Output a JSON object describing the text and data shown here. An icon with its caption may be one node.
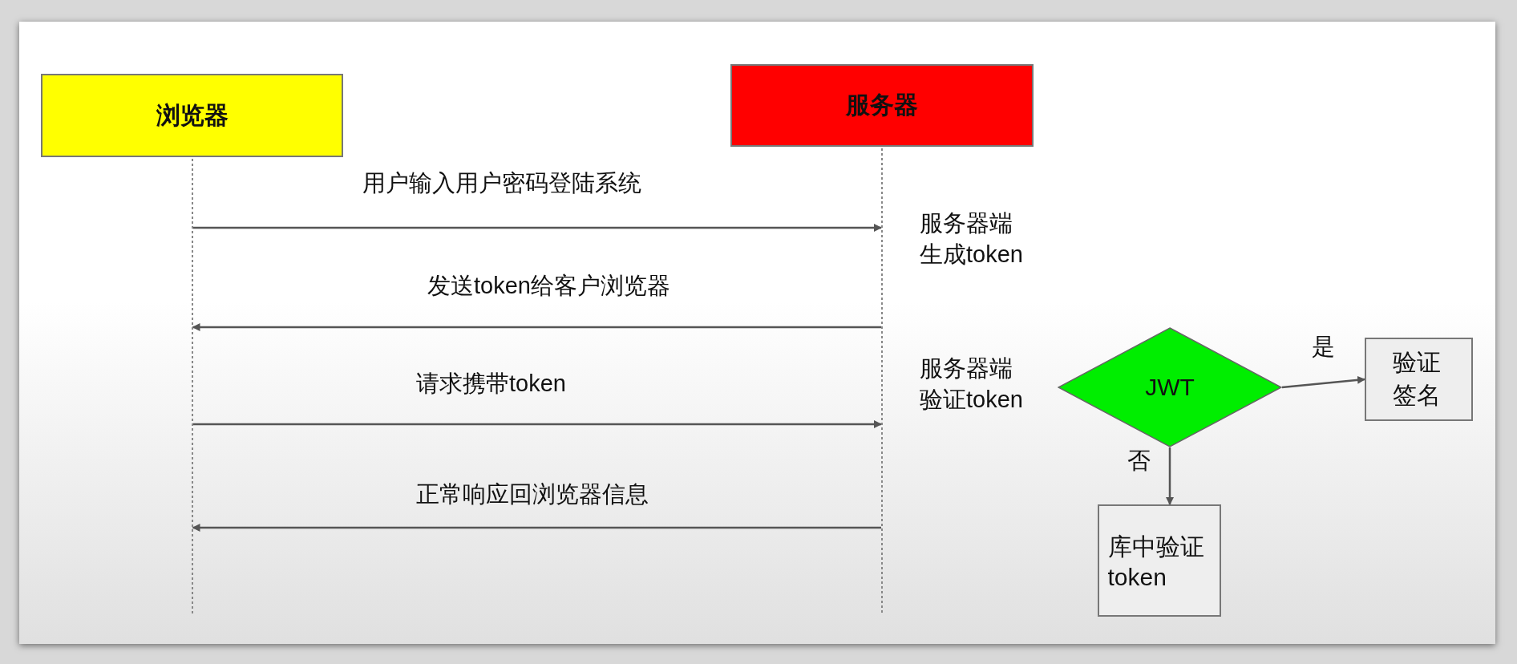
{
  "diagram": {
    "nodes": [
      {
        "text": [
          "浏览器"
        ]
      },
      {
        "text": [
          "服务器"
        ]
      },
      {
        "text": [
          "JWT"
        ]
      },
      {
        "text": [
          "验证签名"
        ]
      },
      {
        "text": [
          "库中验证token"
        ]
      }
    ],
    "edges": [
      {
        "from": 0,
        "to": 1,
        "arrow": "to",
        "label": "用户输入用户密码登陆系统"
      },
      {
        "from": 1,
        "to": 0,
        "arrow": "to",
        "label": "发送token给客户浏览器"
      },
      {
        "from": 0,
        "to": 1,
        "arrow": "to",
        "label": "请求携带token"
      },
      {
        "from": 1,
        "to": 0,
        "arrow": "to",
        "label": "正常响应回浏览器信息"
      },
      {
        "from": 2,
        "to": 3,
        "arrow": "to",
        "label": "是"
      },
      {
        "from": 2,
        "to": 4,
        "arrow": "to",
        "label": "否"
      }
    ],
    "labels": [
      "服务器端生成token",
      "服务器端验证token"
    ]
  }
}
